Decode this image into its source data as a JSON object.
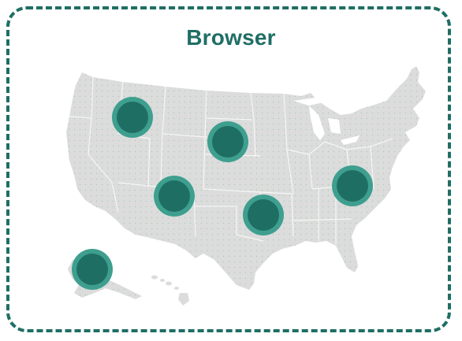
{
  "card": {
    "title": "Browser"
  },
  "colors": {
    "border": "#1f6e64",
    "title": "#1f6e64",
    "land": "#dcdcdc",
    "state_line": "#f4f4f4",
    "dot": "#5fbf7f",
    "marker_ring": "#3e9f8f",
    "marker_fill": "#1f6e64"
  },
  "map": {
    "markers": [
      {
        "region": "northwest"
      },
      {
        "region": "north-central"
      },
      {
        "region": "southwest"
      },
      {
        "region": "south-central"
      },
      {
        "region": "east"
      },
      {
        "region": "alaska"
      }
    ]
  }
}
